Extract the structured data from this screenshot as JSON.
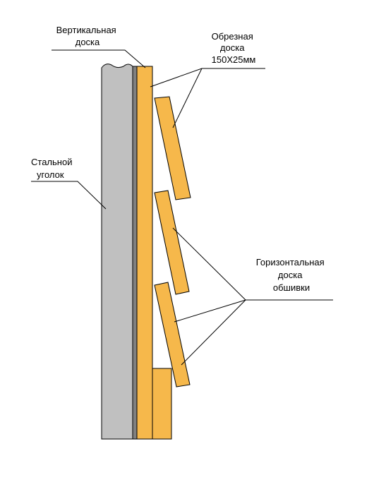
{
  "labels": {
    "vertical_board": [
      "Вертикальная",
      "доска"
    ],
    "edged_board": [
      "Обрезная",
      "доска",
      "150X25мм"
    ],
    "steel_angle": [
      "Стальной",
      "уголок"
    ],
    "horizontal_board": [
      "Горизонтальная",
      "доска",
      "обшивки"
    ]
  },
  "colors": {
    "steel": "#c0c0c0",
    "steel_dark": "#808080",
    "wood": "#f6b84b",
    "line": "#000000"
  }
}
